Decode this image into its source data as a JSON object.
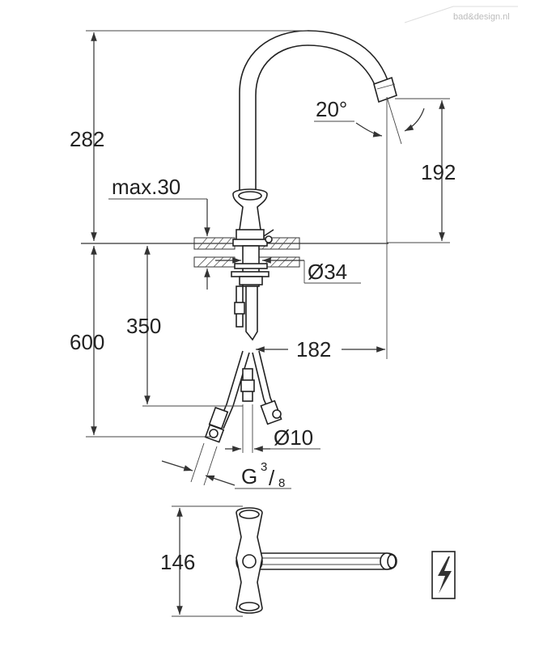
{
  "watermark": "bad&design.nl",
  "dimensions": {
    "height_total": "282",
    "spout_height": "192",
    "max_thickness": "max.30",
    "hole_diameter": "Ø34",
    "below_length": "600",
    "hose_length": "350",
    "reach": "182",
    "hose_diameter": "Ø10",
    "connection_prefix": "G",
    "connection_num": "3",
    "connection_den": "8",
    "angle": "20°",
    "top_depth": "146"
  },
  "icons": {
    "electric": "lightning-icon"
  }
}
